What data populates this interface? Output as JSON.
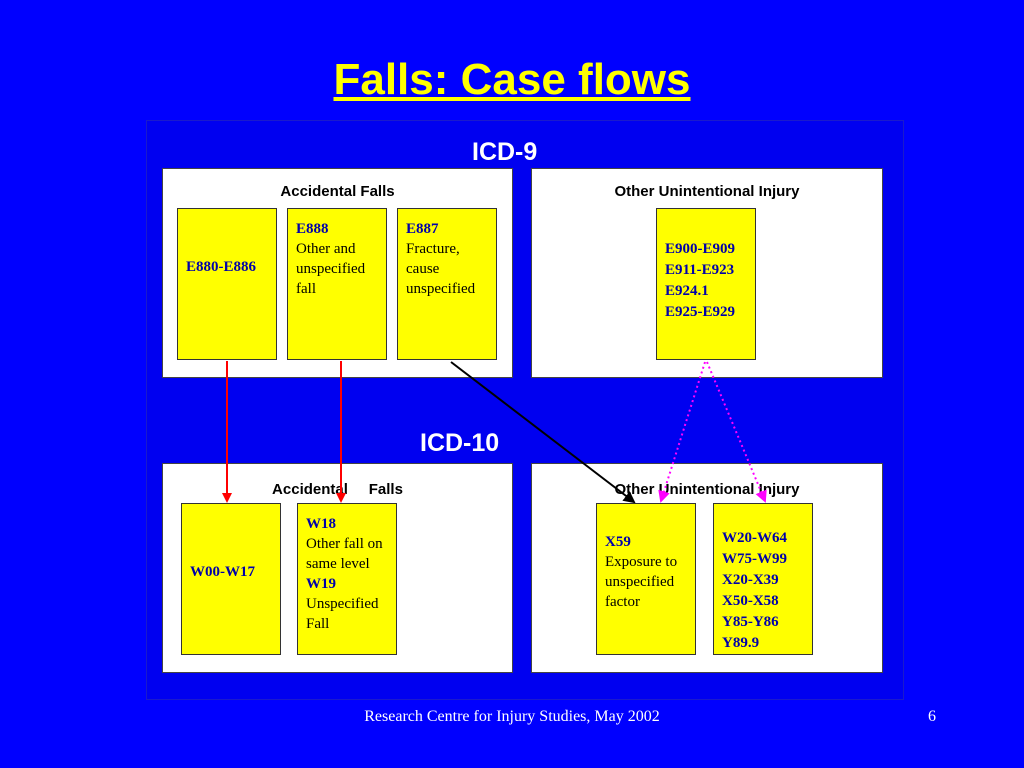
{
  "slide": {
    "title": "Falls: Case flows",
    "footer": "Research Centre for Injury Studies, May 2002",
    "page_number": "6"
  },
  "icd9": {
    "title": "ICD-9",
    "accidental": {
      "title": "Accidental Falls",
      "boxes": [
        {
          "code": "E880-E886",
          "desc": ""
        },
        {
          "code": "E888",
          "desc": "Other and unspecified fall"
        },
        {
          "code": "E887",
          "desc": "Fracture, cause unspecified"
        }
      ]
    },
    "other": {
      "title": "Other Unintentional Injury",
      "codes": [
        "E900-E909",
        "E911-E923",
        "E924.1",
        "E925-E929"
      ]
    }
  },
  "icd10": {
    "title": "ICD-10",
    "accidental": {
      "title": "Accidental     Falls",
      "boxes": [
        {
          "code": "W00-W17"
        },
        {
          "code": "W18",
          "desc": "Other fall on same level",
          "code2": "W19",
          "desc2": "Unspecified Fall"
        }
      ]
    },
    "other": {
      "title": "Other Unintentional Injury",
      "x59": {
        "code": "X59",
        "desc": "Exposure to unspecified factor"
      },
      "codes": [
        "W20-W64",
        "W75-W99",
        "X20-X39",
        "X50-X58",
        "Y85-Y86",
        "Y89.9"
      ]
    }
  },
  "colors": {
    "background": "#0000ff",
    "title": "#ffff00",
    "code_box": "#ffff00",
    "code_text": "#0000aa",
    "arrow_red": "#ff0000",
    "arrow_black": "#000000",
    "arrow_magenta": "#ff00ff"
  }
}
